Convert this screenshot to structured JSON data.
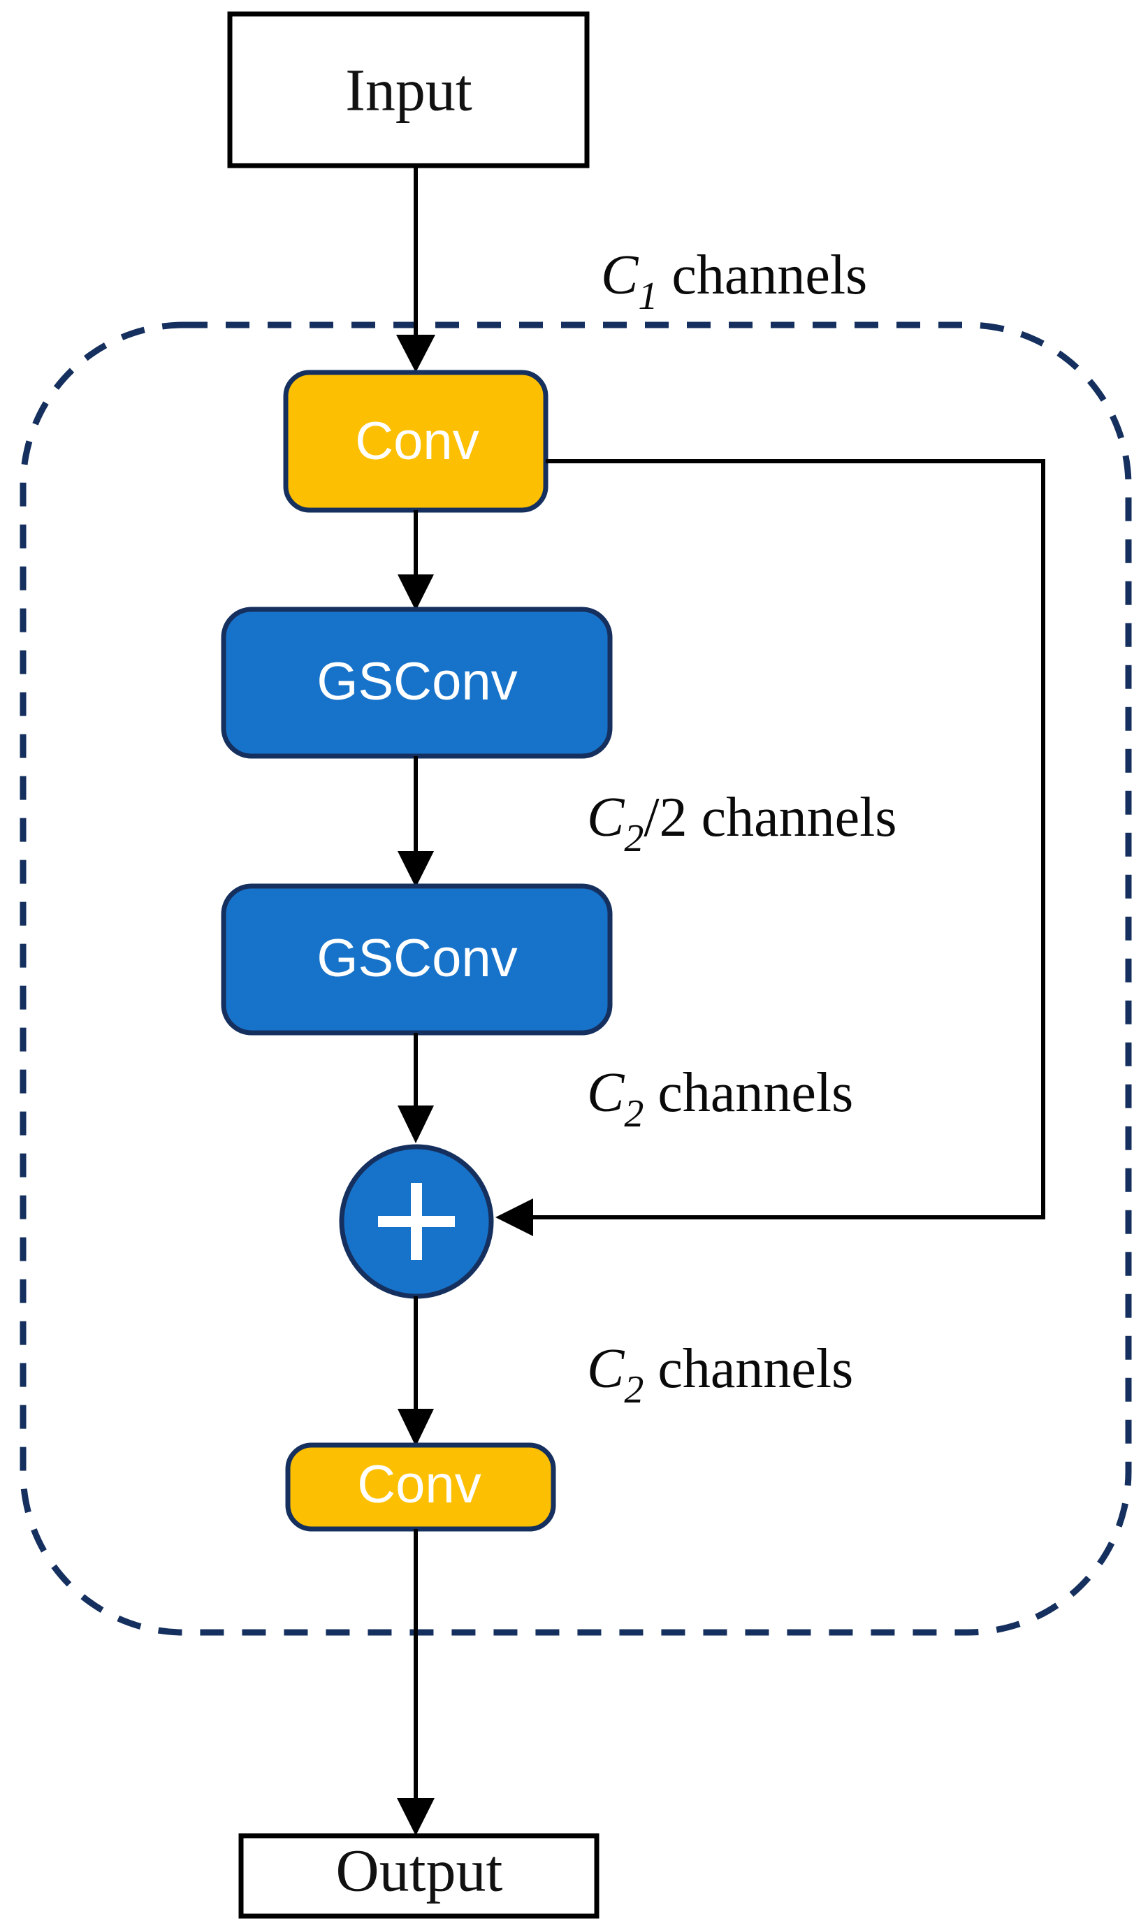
{
  "diagram": {
    "title": "VoV-GSCSP / GSConv residual module block diagram",
    "colors": {
      "conv_fill": "#FDBF01",
      "gsconv_fill": "#1773CA",
      "node_stroke": "#15305E",
      "dashed_border": "#15305E",
      "io_stroke": "#000000",
      "line": "#000000",
      "text": "#0a0a0a",
      "node_text": "#ffffff",
      "background": "#ffffff"
    },
    "io_nodes": [
      {
        "id": "input",
        "label": "Input"
      },
      {
        "id": "output",
        "label": "Output"
      }
    ],
    "process_nodes": [
      {
        "id": "conv-top",
        "label": "Conv",
        "type": "conv"
      },
      {
        "id": "gsconv-1",
        "label": "GSConv",
        "type": "gsconv"
      },
      {
        "id": "gsconv-2",
        "label": "GSConv",
        "type": "gsconv"
      },
      {
        "id": "conv-bottom",
        "label": "Conv",
        "type": "conv"
      }
    ],
    "add_node": {
      "id": "add",
      "label": "+",
      "symbol": "plus"
    },
    "edge_labels": [
      {
        "id": "c1",
        "var": "C",
        "sub": "1",
        "rest": " channels",
        "full": "C1 channels"
      },
      {
        "id": "c2-half",
        "var": "C",
        "sub": "2",
        "rest": "/2 channels",
        "full": "C2/2 channels"
      },
      {
        "id": "c2-a",
        "var": "C",
        "sub": "2",
        "rest": " channels",
        "full": "C2 channels"
      },
      {
        "id": "c2-b",
        "var": "C",
        "sub": "2",
        "rest": " channels",
        "full": "C2 channels"
      }
    ],
    "group_border": {
      "id": "module-boundary",
      "style": "dashed-rounded"
    }
  }
}
